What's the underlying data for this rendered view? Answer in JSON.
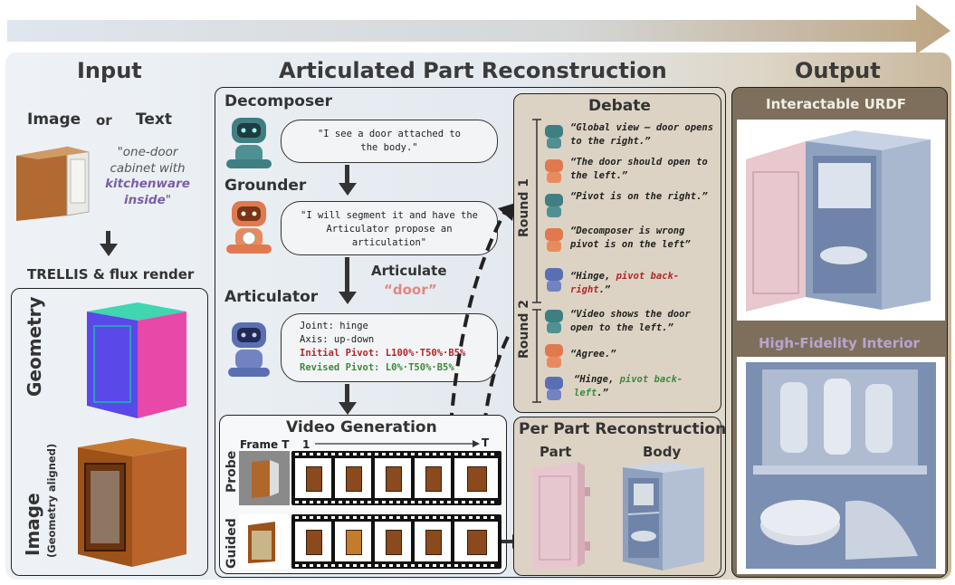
{
  "headers": {
    "input": "Input",
    "articulated": "Articulated Part Reconstruction",
    "output": "Output"
  },
  "input": {
    "image_label": "Image",
    "or_label": "or",
    "text_label": "Text",
    "text_prompt_pre": "\"one-door cabinet with ",
    "text_prompt_em": "kitchenware inside",
    "text_prompt_post": "\"",
    "trellis_label": "TRELLIS & flux render",
    "geometry_label": "Geometry",
    "image_aligned_label": "Image",
    "image_aligned_sub": "(Geometry aligned)"
  },
  "agents": {
    "decomposer": {
      "title": "Decomposer",
      "bubble": "\"I see a door attached to the body.\""
    },
    "grounder": {
      "title": "Grounder",
      "bubble": "\"I will segment it and have the Articulator propose an articulation\""
    },
    "articulator": {
      "title": "Articulator",
      "joint": "Joint: hinge",
      "axis": "Axis: up-down",
      "initial_pivot": "Initial Pivot: L100%·T50%·B5%",
      "revised_pivot": "Revised Pivot: L0%·T50%·B5%"
    },
    "articulate_label": "Articulate",
    "articulate_target": "“door”"
  },
  "debate": {
    "title": "Debate",
    "round1_label": "Round 1",
    "round2_label": "Round 2",
    "round1": [
      {
        "text": "“Global view — door opens to the right.”"
      },
      {
        "text": "“The door should open to the left.”"
      },
      {
        "text": "“Pivot is on the right.”"
      },
      {
        "text": "“Decomposer is wrong pivot is on the left”"
      },
      {
        "pre": "“Hinge, ",
        "em": "pivot back-right",
        "post": ".”"
      }
    ],
    "round2": [
      {
        "text": "“Video shows the door open to the left.”"
      },
      {
        "text": "“Agree.”"
      },
      {
        "pre": "“Hinge, ",
        "em": "pivot back-left",
        "post": ".”"
      }
    ]
  },
  "video": {
    "title": "Video Generation",
    "frame_label": "Frame T",
    "start": "1",
    "end": "T",
    "probe_label": "Probe",
    "guided_label": "Guided"
  },
  "per_part": {
    "title": "Per Part Reconstruction",
    "part_label": "Part",
    "body_label": "Body"
  },
  "output": {
    "urdf_label": "Interactable URDF",
    "interior_label": "High-Fidelity Interior"
  },
  "colors": {
    "red_text": "#b3262a",
    "green_text": "#3d8a3a",
    "purple_text": "#7b5ea7",
    "robot_teal": "#3f7f82",
    "robot_orange": "#e07a4e",
    "robot_blue": "#5a6fb3"
  }
}
